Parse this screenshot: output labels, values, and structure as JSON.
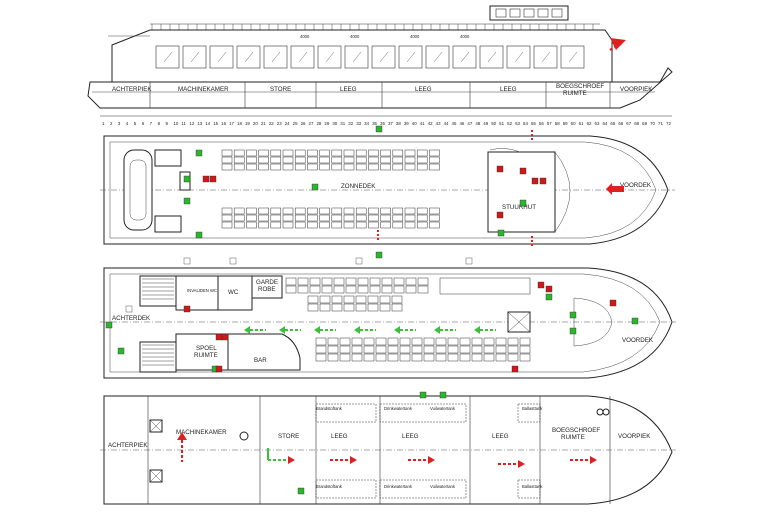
{
  "colors": {
    "hull_line": "#222222",
    "arrow_red": "#e02020",
    "arrow_green": "#3cc03c",
    "sign_green": "#2db52d",
    "sign_red": "#d01818"
  },
  "side_view": {
    "compartments": [
      "ACHTERPIEK",
      "MACHINEKAMER",
      "STORE",
      "LEEG",
      "LEEG",
      "LEEG",
      "BOEGSCHROEF",
      "RUIMTE",
      "VOORPIEK"
    ],
    "dimensions": [
      "4000",
      "4000",
      "4000",
      "4000"
    ]
  },
  "frame_numbers": [
    "1",
    "2",
    "3",
    "4",
    "5",
    "6",
    "7",
    "8",
    "9",
    "10",
    "11",
    "12",
    "13",
    "14",
    "15",
    "16",
    "17",
    "18",
    "19",
    "20",
    "21",
    "22",
    "23",
    "24",
    "25",
    "26",
    "27",
    "28",
    "29",
    "30",
    "31",
    "32",
    "33",
    "34",
    "35",
    "36",
    "37",
    "38",
    "39",
    "40",
    "41",
    "42",
    "43",
    "44",
    "45",
    "46",
    "47",
    "48",
    "49",
    "50",
    "51",
    "52",
    "53",
    "54",
    "55",
    "56",
    "57",
    "58",
    "59",
    "60",
    "61",
    "62",
    "63",
    "64",
    "65",
    "66",
    "67",
    "68",
    "69",
    "70",
    "71",
    "72"
  ],
  "sun_deck": {
    "name": "ZONNEDEK",
    "wheelhouse": "STUURHUT",
    "bow": "VOORDEK"
  },
  "main_deck": {
    "aft": "ACHTERDEK",
    "invalid_wc": "INVALIDEN WC",
    "wc": "WC",
    "cloakroom_1": "GARDE",
    "cloakroom_2": "ROBE",
    "galley_1": "SPOEL",
    "galley_2": "RUIMTE",
    "bar": "BAR",
    "bow": "VOORDEK"
  },
  "lower_deck": {
    "aft_peak": "ACHTERPIEK",
    "engine_room": "MACHINEKAMER",
    "store": "STORE",
    "void_1": "LEEG",
    "void_2": "LEEG",
    "void_3": "LEEG",
    "thruster_1": "BOEGSCHROEF",
    "thruster_2": "RUIMTE",
    "fore_peak": "VOORPIEK",
    "tanks": [
      "Brandstoftank",
      "Drinkwatertank",
      "Vuilwatertank",
      "Ballasttank",
      "Brandstoftank",
      "Drinkwatertank",
      "Vuilwatertank",
      "Ballasttank"
    ]
  }
}
